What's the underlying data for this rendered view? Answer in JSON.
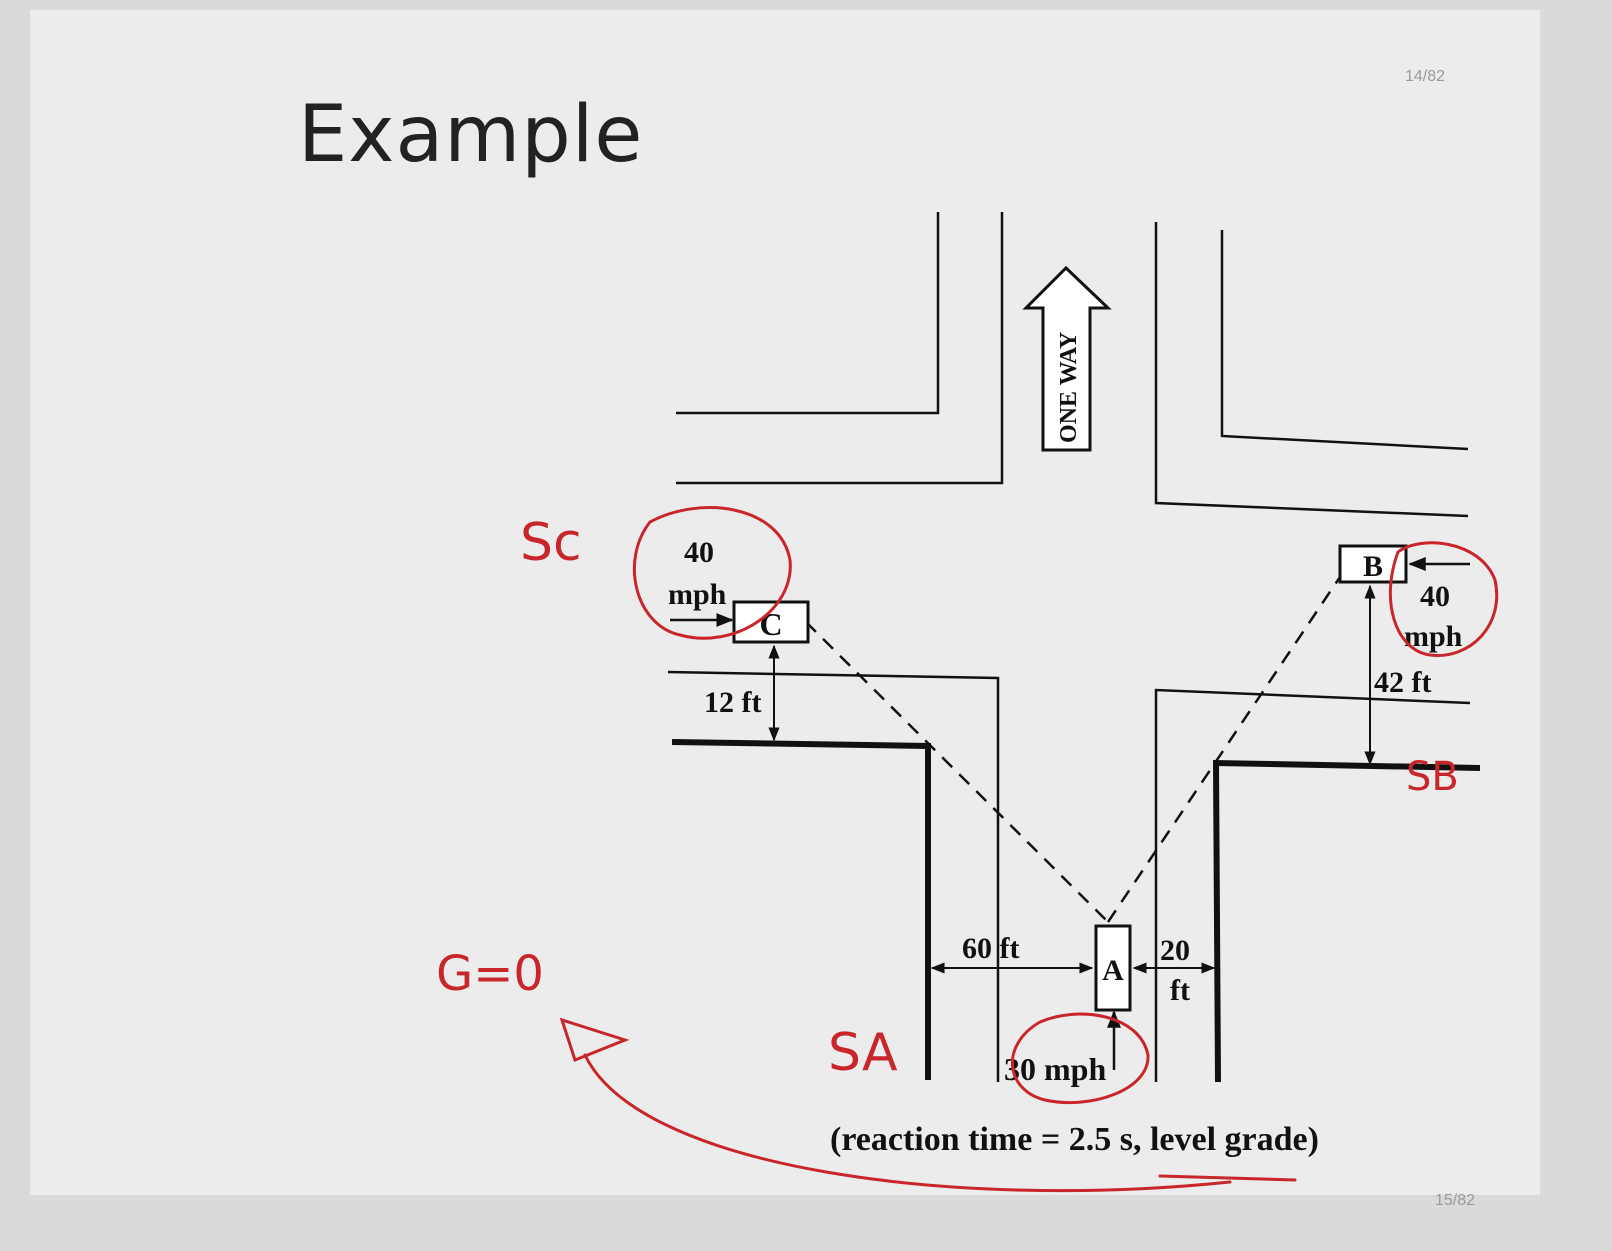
{
  "slide": {
    "title": "Example",
    "page_top": "14/82",
    "page_bottom": "15/82"
  },
  "diagram": {
    "one_way_sign": "ONE WAY",
    "cars": [
      "A",
      "B",
      "C"
    ],
    "speed_c": [
      "40",
      "mph"
    ],
    "speed_b": [
      "40",
      "mph"
    ],
    "speed_a": "30 mph",
    "dist_c": "12 ft",
    "dist_b": "42 ft",
    "dist_60": "60 ft",
    "dist_20": [
      "20",
      "ft"
    ],
    "caption": "(reaction time = 2.5 s, level grade)"
  },
  "annotations": {
    "sc": "Sc",
    "sa": "SA",
    "sb": "SB",
    "grade": "G=0",
    "accent_color": "#c8262b"
  }
}
